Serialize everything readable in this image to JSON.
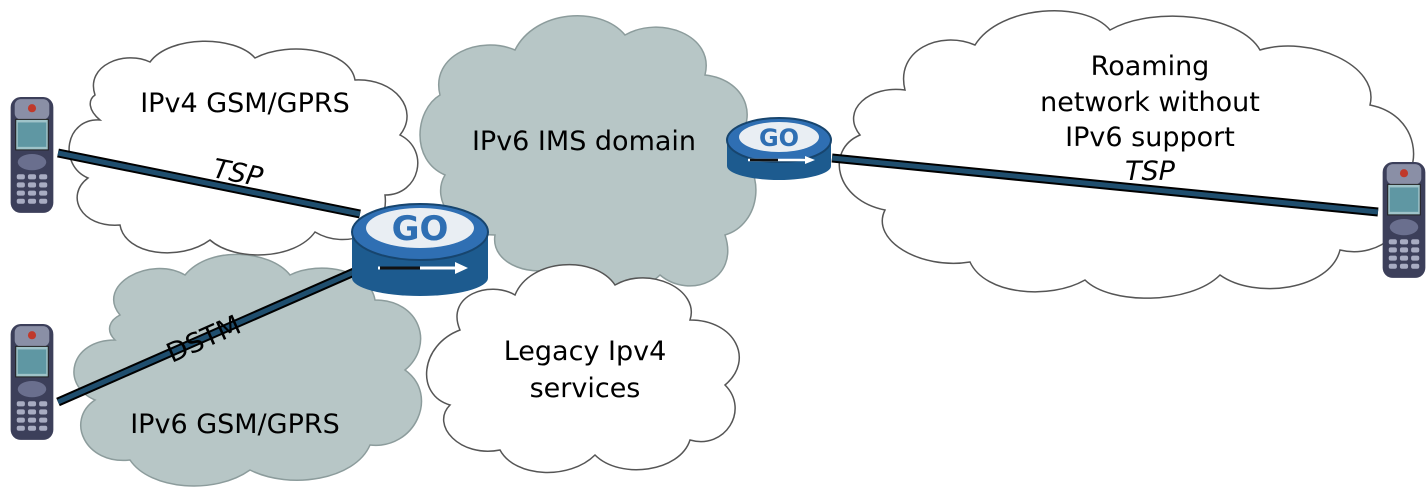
{
  "clouds": {
    "ipv4_gsm": {
      "label": "IPv4 GSM/GPRS"
    },
    "ipv6_ims": {
      "label": "IPv6 IMS domain"
    },
    "roaming": {
      "line1": "Roaming",
      "line2": "network without",
      "line3": "IPv6 support"
    },
    "legacy": {
      "line1": "Legacy Ipv4",
      "line2": "services"
    },
    "ipv6_gsm": {
      "label": "IPv6 GSM/GPRS"
    }
  },
  "links": {
    "tsp_left": "TSP",
    "tsp_right": "TSP",
    "dstm": "DSTM"
  },
  "routers": {
    "logo_text": "GO"
  },
  "colors": {
    "cloud_gray": "#b7c6c6",
    "tunnel_blue": "#1f4e6e",
    "router_blue": "#2f6fb3"
  },
  "icons": [
    "mobile-phone-icon",
    "gateway-router-icon"
  ]
}
